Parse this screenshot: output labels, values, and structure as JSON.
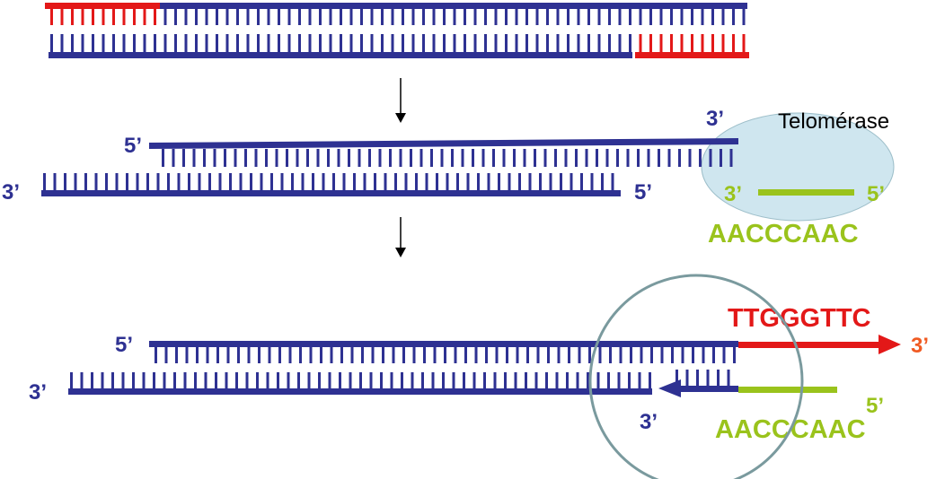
{
  "colors": {
    "dna": "#2e3192",
    "new_synthesis": "#e31818",
    "rna_template": "#9ac31c",
    "enzyme_fill": "#cfe6ef",
    "circle_stroke": "#7a9a9e",
    "arrow": "#000000",
    "extension_3prime_label": "#f05a22"
  },
  "enzyme": {
    "name": "Telomérase"
  },
  "step2": {
    "top_strand_5prime": "5’",
    "top_strand_3prime": "3’",
    "bottom_strand_3prime": "3’",
    "bottom_strand_5prime": "5’",
    "template_3prime": "3’",
    "template_5prime": "5’",
    "template_sequence": "AACCCAAC"
  },
  "step3": {
    "top_strand_5prime": "5’",
    "bottom_strand_3prime": "3’",
    "extension_sequence": "TTGGGTTC",
    "extension_3prime": "3’",
    "fill_in_3prime": "3’",
    "template_5prime": "5’",
    "template_sequence": "AACCCAAC"
  }
}
